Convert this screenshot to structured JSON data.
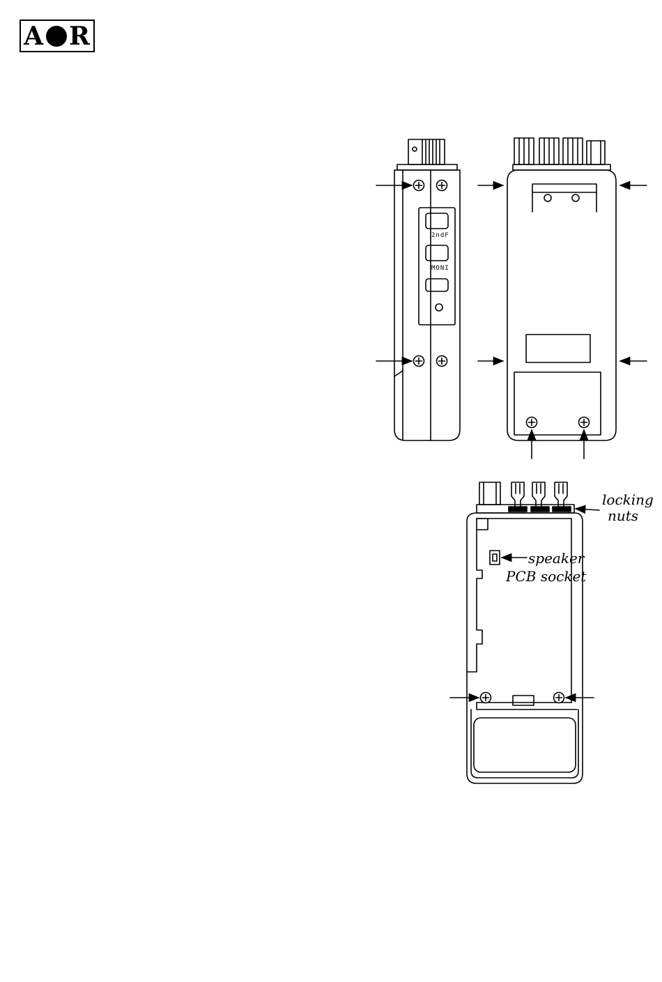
{
  "logo": {
    "prefix": "A",
    "suffix": "R"
  },
  "side_view": {
    "buttons": [
      "2ndF",
      "MONI"
    ]
  },
  "inner_view": {
    "labels": {
      "locking_line1": "locking",
      "locking_line2": "nuts",
      "speaker_line1": "speaker",
      "speaker_line2": "PCB socket"
    }
  },
  "colors": {
    "ink": "#000000",
    "paper": "#ffffff"
  }
}
